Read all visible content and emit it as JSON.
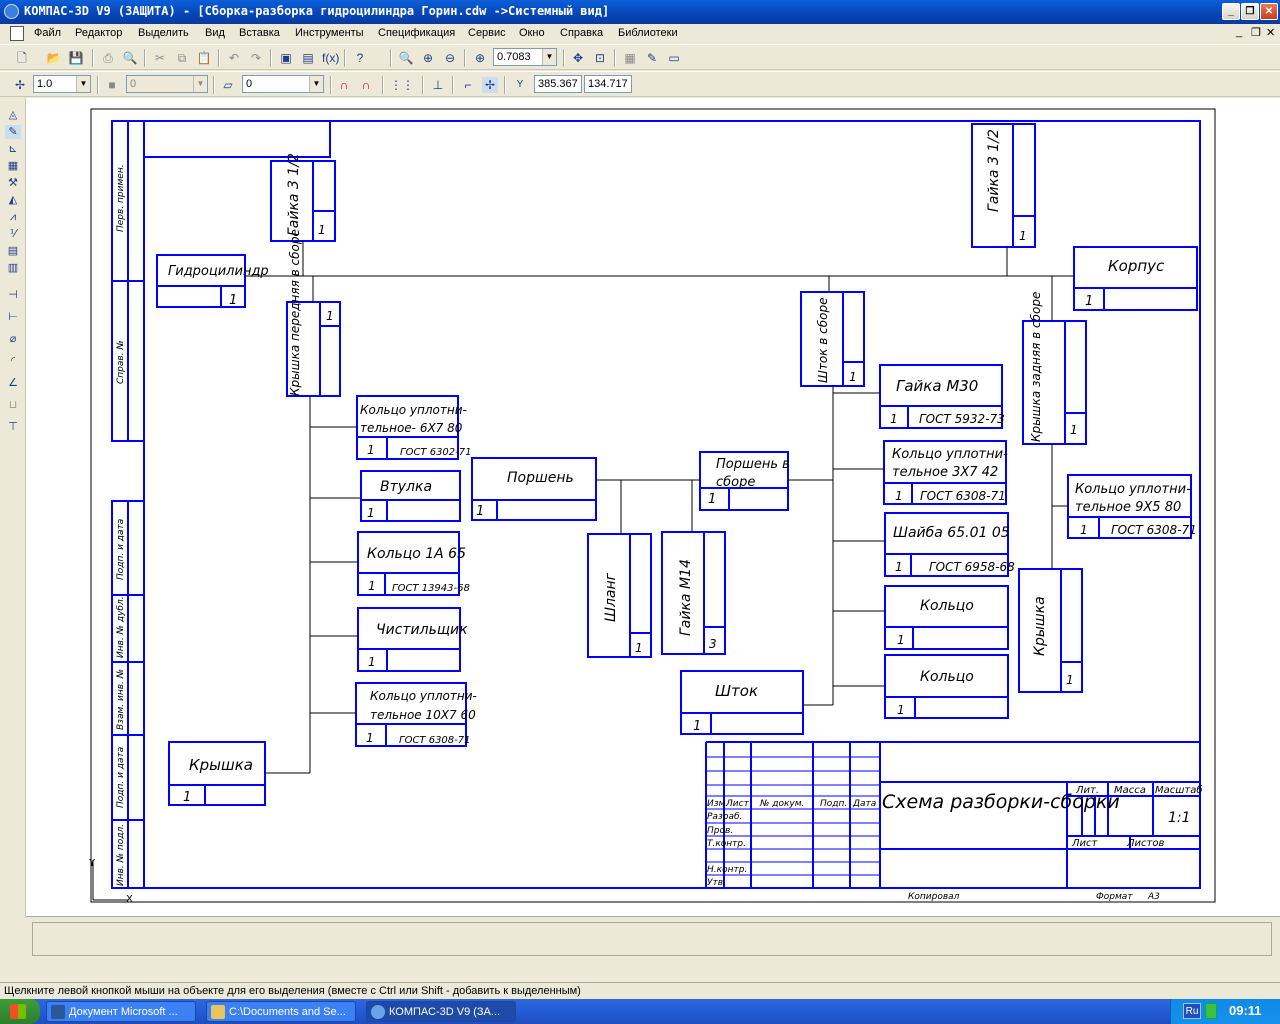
{
  "titlebar": {
    "title": "КОМПАС-3D V9 (ЗАЩИТА) - [Сборка-разборка гидроцилиндра Горин.cdw ->Системный вид]"
  },
  "menu": [
    "Файл",
    "Редактор",
    "Выделить",
    "Вид",
    "Вставка",
    "Инструменты",
    "Спецификация",
    "Сервис",
    "Окно",
    "Справка",
    "Библиотеки"
  ],
  "toolbar": {
    "zoom_value": "0.7083",
    "line_step": "1.0",
    "style_value": "0",
    "layer_value": "0",
    "coord_x": "385.367",
    "coord_y": "134.717",
    "coord_label": "Y"
  },
  "drawing": {
    "stamp": {
      "title": "Схема разборки-сборки",
      "scale": "1:1",
      "lit_label": "Лит.",
      "mass_label": "Масса",
      "scale_label": "Масштаб",
      "sheet_label": "Лист",
      "sheets_label": "Листов",
      "izm": "Изм.",
      "list": "Лист",
      "doc_no": "№ докум.",
      "podp": "Подп.",
      "data": "Дата",
      "razrab": "Разраб.",
      "prov": "Пров.",
      "tkontr": "Т.контр.",
      "nkontr": "Н.контр.",
      "utv": "Утв.",
      "copied": "Копировал",
      "format": "Формат",
      "format_value": "А3"
    },
    "side_labels": {
      "perv_primen": "Перв. примен.",
      "sprav": "Справ. №",
      "podp_data_1": "Подп. и дата",
      "inv_dubl": "Инв. № дубл.",
      "vzam_inv": "Взам. инв. №",
      "podp_data_2": "Подп. и дата",
      "inv_podl": "Инв. № подл."
    },
    "parts": {
      "gidrocilindr": {
        "name": "Гидроцилиндр",
        "qty": "1"
      },
      "gaika_left": {
        "name": "Гайка 3 1/2",
        "qty": "1"
      },
      "gaika_right": {
        "name": "Гайка 3 1/2",
        "qty": "1"
      },
      "korpus": {
        "name": "Корпус",
        "qty": "1"
      },
      "kryshka_perednyaya": {
        "name": "Крышка передняя в сборе",
        "qty": "1"
      },
      "kolco_6x7": {
        "name_l1": "Кольцо уплотни-",
        "name_l2": "тельное- 6Х7 80",
        "qty": "1",
        "gost": "ГОСТ 6302-71"
      },
      "vtulka": {
        "name": "Втулка",
        "qty": "1"
      },
      "kolco_1a65": {
        "name": "Кольцо 1А 65",
        "qty": "1",
        "gost": "ГОСТ 13943-68"
      },
      "chistilschik": {
        "name": "Чистильщик",
        "qty": "1"
      },
      "kolco_10x7": {
        "name_l1": "Кольцо уплотни-",
        "name_l2": "тельное 10Х7 60",
        "qty": "1",
        "gost": "ГОСТ 6308-71"
      },
      "kryshka": {
        "name": "Крышка",
        "qty": "1"
      },
      "porshen": {
        "name": "Поршень",
        "qty": "1"
      },
      "porshen_sbor": {
        "name_l1": "Поршень в",
        "name_l2": "сборе",
        "qty": "1"
      },
      "shlang": {
        "name": "Шланг",
        "qty": "1"
      },
      "gaika_m14": {
        "name": "Гайка М14",
        "qty": "3"
      },
      "shtok": {
        "name": "Шток",
        "qty": "1"
      },
      "shtok_sbor": {
        "name": "Шток в сборе",
        "qty": "1"
      },
      "gaika_m30": {
        "name": "Гайка М30",
        "qty": "1",
        "gost": "ГОСТ 5932-73"
      },
      "kolco_3x7": {
        "name_l1": "Кольцо уплотни-",
        "name_l2": "тельное 3Х7 42",
        "qty": "1",
        "gost": "ГОСТ 6308-71"
      },
      "shaiba": {
        "name": "Шайба 65.01 05",
        "qty": "1",
        "gost": "ГОСТ 6958-68"
      },
      "kolco_a": {
        "name": "Кольцо",
        "qty": "1"
      },
      "kolco_b": {
        "name": "Кольцо",
        "qty": "1"
      },
      "kryshka_zadnyaya": {
        "name": "Крышка задняя в сборе",
        "qty": "1"
      },
      "kolco_9x5": {
        "name_l1": "Кольцо уплотни-",
        "name_l2": "тельное 9Х5 80",
        "qty": "1",
        "gost": "ГОСТ 6308-71"
      },
      "kryshka_right": {
        "name": "Крышка",
        "qty": "1"
      }
    },
    "axis_y": "Y",
    "axis_x": "X"
  },
  "status": {
    "hint": "Щелкните левой кнопкой мыши на объекте для его выделения (вместе с Ctrl или Shift - добавить к выделенным)"
  },
  "taskbar": {
    "tasks": [
      "Документ Microsoft ...",
      "C:\\Documents and Se...",
      "КОМПАС-3D V9 (ЗА..."
    ],
    "lang": "Ru",
    "clock": "09:11"
  },
  "colors": {
    "frame_blue": "#0000ff",
    "titlebar": "#0a5fd8",
    "taskbar": "#245edb"
  }
}
